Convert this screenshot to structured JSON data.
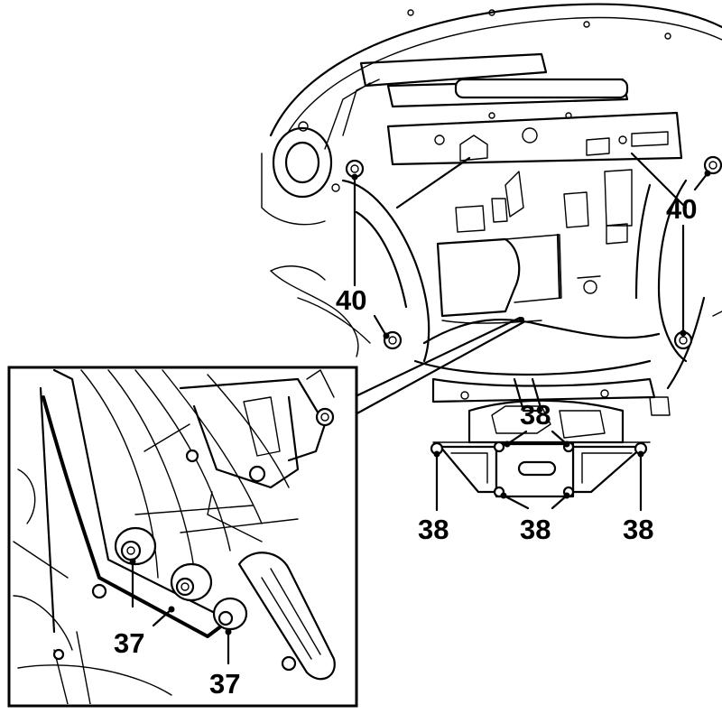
{
  "callouts": {
    "bolt_40_left": "40",
    "bolt_40_right": "40",
    "bolt_38_top": "38",
    "bolt_38_left": "38",
    "bolt_38_center": "38",
    "bolt_38_right": "38",
    "bolt_37_upper": "37",
    "bolt_37_lower": "37"
  }
}
